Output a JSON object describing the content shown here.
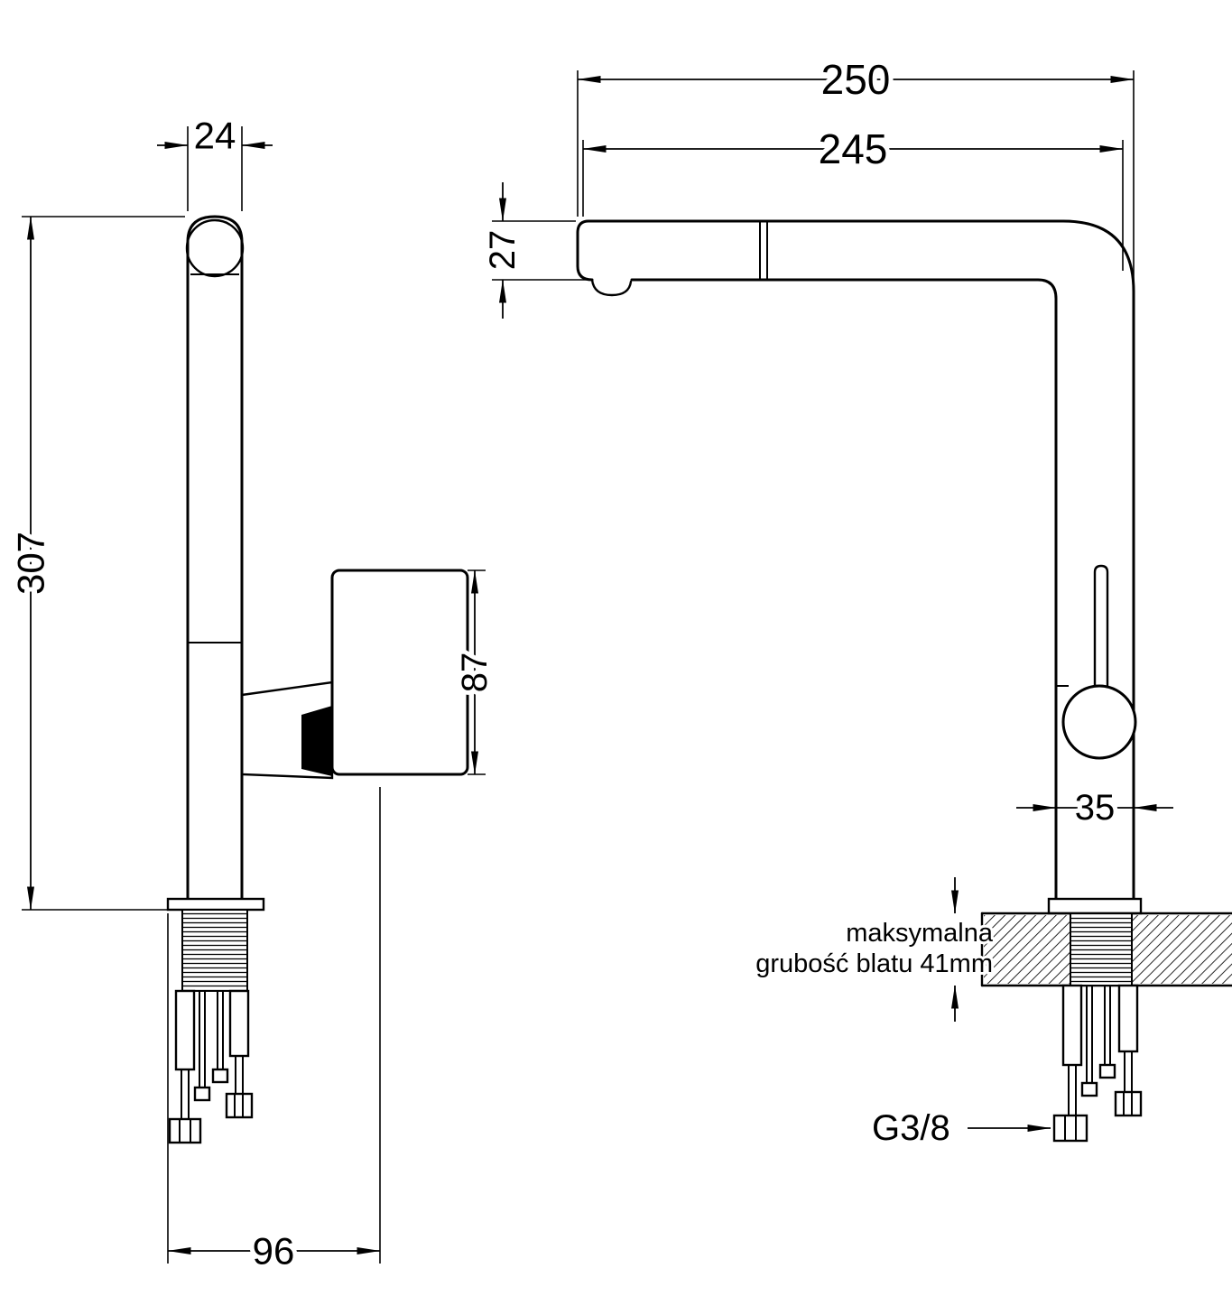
{
  "side_view": {
    "dims": {
      "spout_width": "24",
      "total_height": "307",
      "handle_height": "87",
      "base_depth": "96"
    }
  },
  "front_view": {
    "dims": {
      "overall_reach": "250",
      "spout_reach": "245",
      "spout_height": "27",
      "body_width": "35"
    },
    "notes": {
      "counter_line1": "maksymalna",
      "counter_line2": "grubość blatu 41mm",
      "connection_thread": "G3/8"
    }
  },
  "colors": {
    "line": "#000000",
    "background": "#ffffff"
  }
}
